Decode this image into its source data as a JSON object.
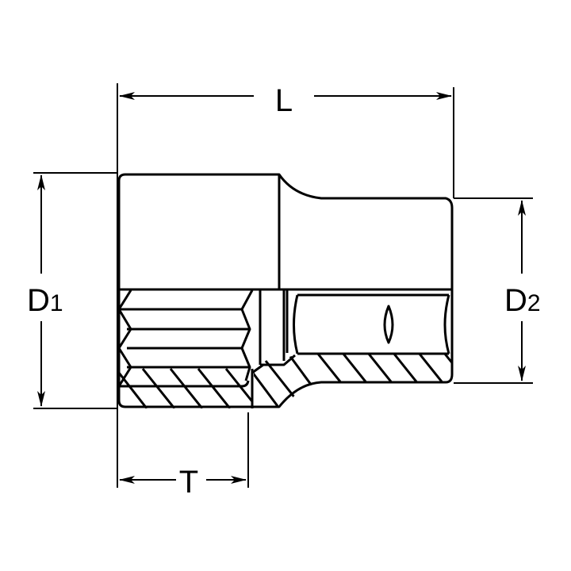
{
  "diagram": {
    "subject": "socket wrench (12-point double hex socket) cross-section",
    "colors": {
      "line": "#000000",
      "background": "#ffffff"
    },
    "dimensions": {
      "L": {
        "label": "L"
      },
      "D1": {
        "label": "D",
        "subscript": "1"
      },
      "D2": {
        "label": "D",
        "subscript": "2"
      },
      "T": {
        "label": "T"
      }
    }
  }
}
